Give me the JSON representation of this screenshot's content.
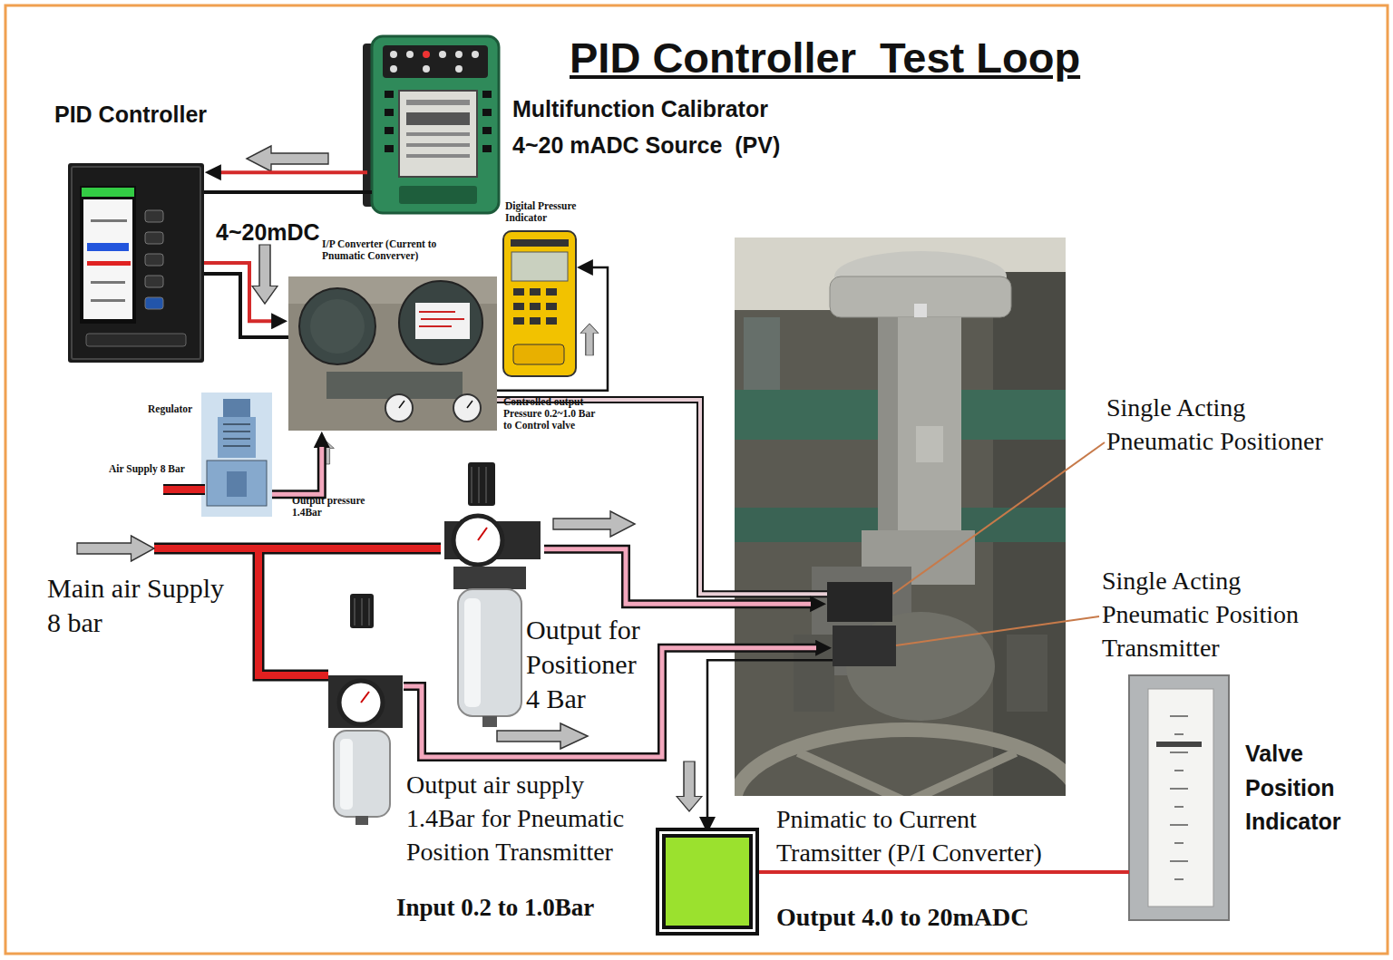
{
  "diagram": {
    "title": "PID Controller  Test Loop",
    "nodes": [
      {
        "text": [
          "PID Controller"
        ]
      },
      {
        "text": [
          "Multifunction Calibrator",
          "4~20 mADC Source  (PV)"
        ]
      },
      {
        "text": [
          "I/P Converter (Current to Pnumatic Converver)"
        ]
      },
      {
        "text": [
          "Digital Pressure Indicator"
        ]
      },
      {
        "text": [
          "Regulator"
        ]
      },
      {
        "text": [
          "Output for Positioner 4 Bar"
        ]
      },
      {
        "text": [
          "Output air supply 1.4Bar for Pneumatic Position Transmitter"
        ]
      },
      {
        "text": [
          "Single Acting Pneumatic Positioner"
        ]
      },
      {
        "text": [
          "Single Acting Pneumatic Position Transmitter"
        ]
      },
      {
        "text": [
          "Pnimatic to Current Tramsitter (P/I Converter)",
          "Input 0.2 to 1.0Bar",
          "Output 4.0 to 20mADC"
        ]
      },
      {
        "text": [
          "Valve Position Indicator"
        ]
      }
    ],
    "edges": [
      {
        "from": 1,
        "to": 0,
        "arrow": "to"
      },
      {
        "from": 0,
        "to": 2,
        "label": "4~20mDC",
        "arrow": "to"
      },
      {
        "from": 4,
        "to": 2,
        "arrow": "to"
      },
      {
        "from": 2,
        "to": 3,
        "arrow": "to"
      },
      {
        "from": 2,
        "to": 7,
        "arrow": "none"
      },
      {
        "from": 5,
        "to": 7,
        "arrow": "to"
      },
      {
        "from": 6,
        "to": 8,
        "arrow": "to"
      },
      {
        "from": 8,
        "to": 9,
        "arrow": "to"
      },
      {
        "from": 9,
        "to": 10,
        "arrow": "none"
      }
    ],
    "labels": [
      "Controlled output Pressure 0.2~1.0 Bar to Control valve",
      "Air Supply 8 Bar",
      "Output pressure 1.4Bar",
      "Main air Supply 8 bar"
    ]
  }
}
